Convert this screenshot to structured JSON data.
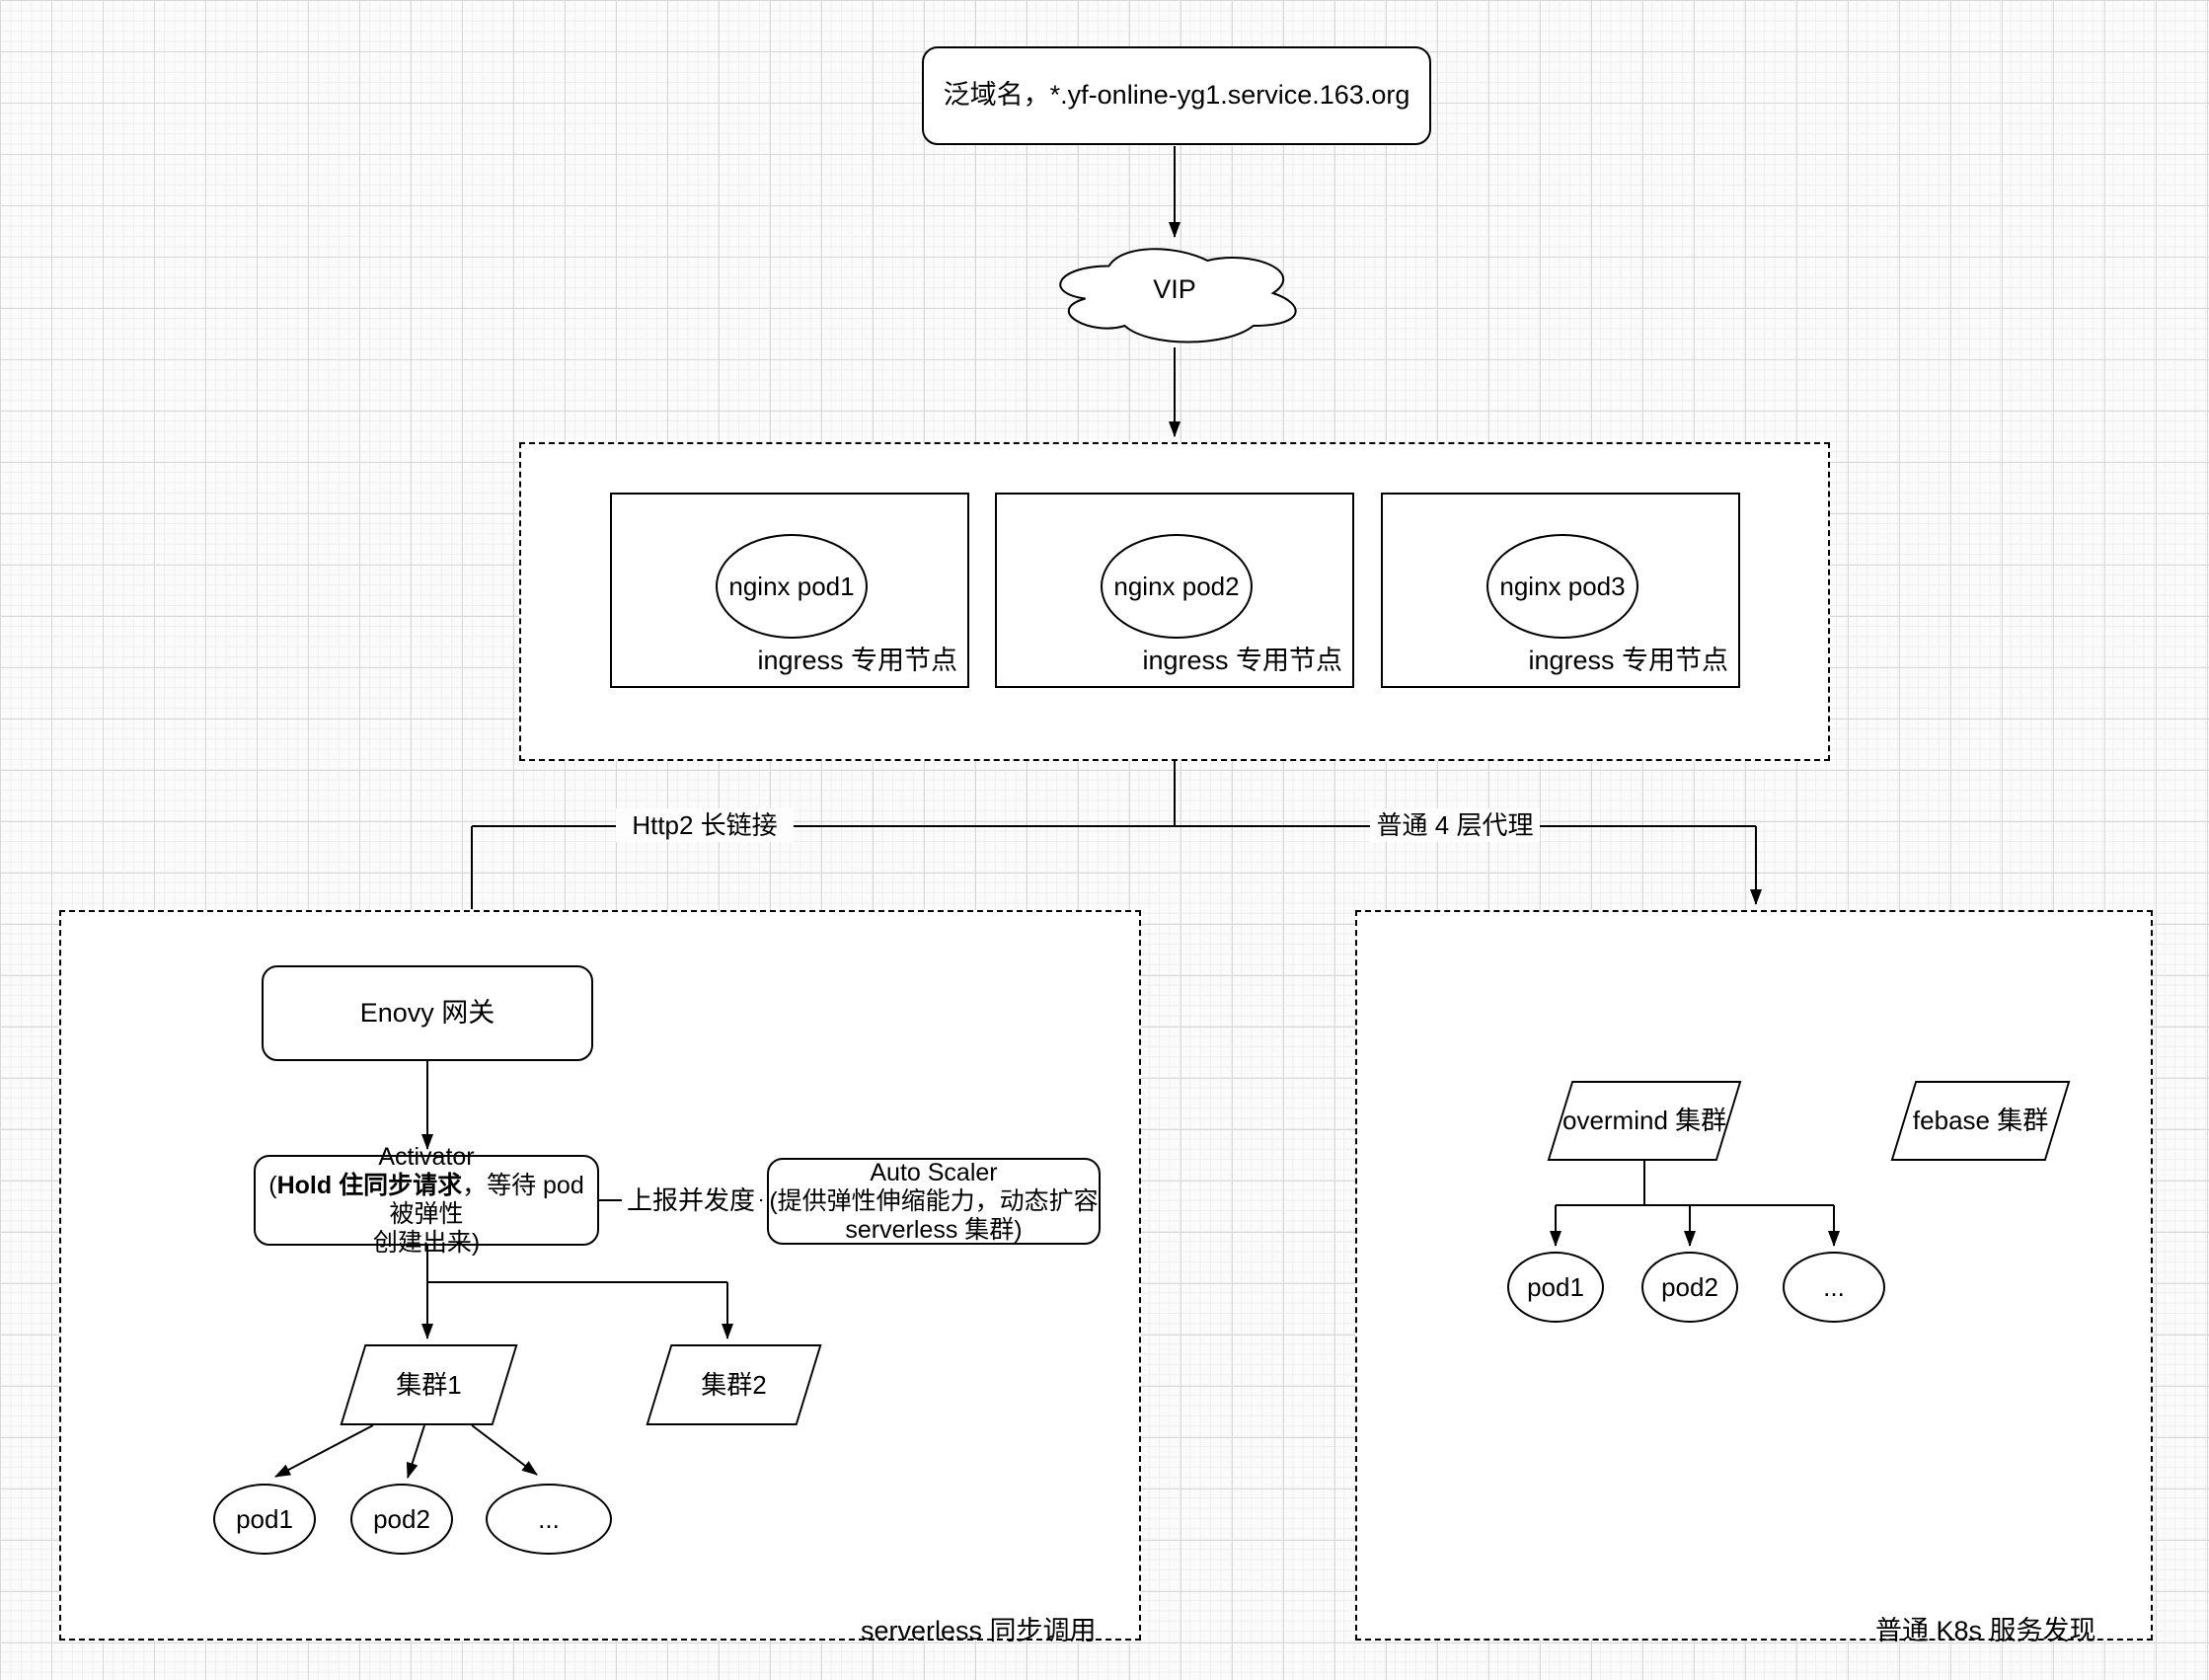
{
  "colors": {
    "stroke": "#000000",
    "shape_fill": "#ffffff"
  },
  "diagram": {
    "domain_box": {
      "label": "泛域名，*.yf-online-yg1.service.163.org"
    },
    "vip_cloud": {
      "label": "VIP"
    },
    "ingress_group": {
      "nodes": [
        {
          "pod_label": "nginx pod1",
          "node_label": "ingress 专用节点"
        },
        {
          "pod_label": "nginx pod2",
          "node_label": "ingress 专用节点"
        },
        {
          "pod_label": "nginx pod3",
          "node_label": "ingress 专用节点"
        }
      ]
    },
    "edge_labels": {
      "http2": "Http2 长链接",
      "layer4": "普通 4 层代理",
      "report": "上报并发度"
    },
    "serverless_group": {
      "caption": "serverless 同步调用",
      "envoy": {
        "label": "Enovy 网关"
      },
      "activator": {
        "line1": "Activator",
        "line2_open": "(",
        "line2_bold": "Hold 住同步请求",
        "line2_rest": "，等待 pod 被弹性",
        "line3": "创建出来)"
      },
      "auto_scaler": {
        "line1": "Auto Scaler",
        "line2": "(提供弹性伸缩能力，动态扩容",
        "line3": "serverless 集群)"
      },
      "clusters": [
        {
          "label": "集群1"
        },
        {
          "label": "集群2"
        }
      ],
      "pods": [
        {
          "label": "pod1"
        },
        {
          "label": "pod2"
        },
        {
          "label": "..."
        }
      ]
    },
    "k8s_group": {
      "caption": "普通 K8s 服务发现",
      "clusters": [
        {
          "label": "overmind 集群"
        },
        {
          "label": "febase 集群"
        }
      ],
      "pods": [
        {
          "label": "pod1"
        },
        {
          "label": "pod2"
        },
        {
          "label": "..."
        }
      ]
    }
  }
}
